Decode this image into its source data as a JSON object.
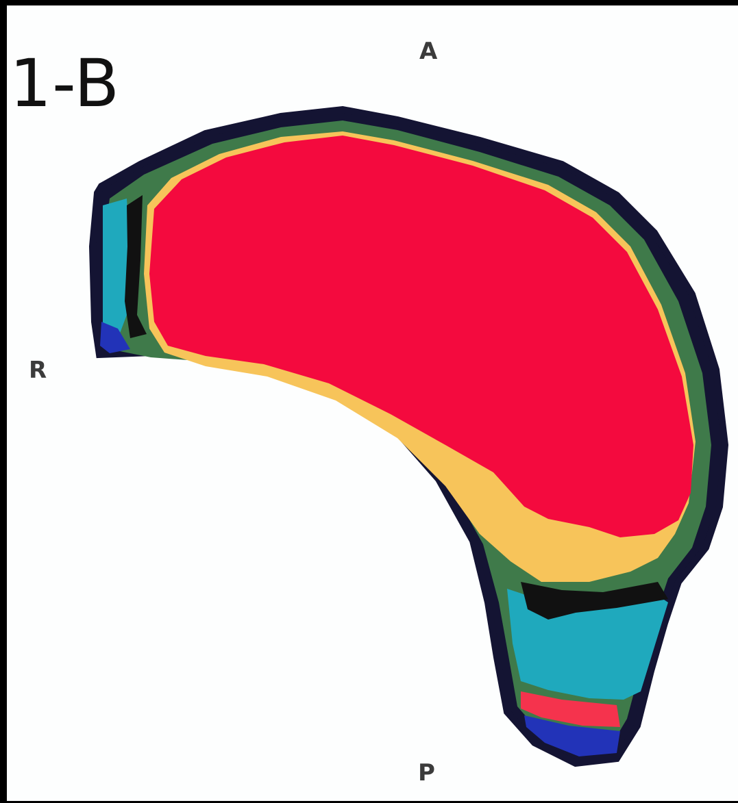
{
  "panel_label": "1-B",
  "orientation": {
    "anterior": "A",
    "right": "R",
    "posterior": "P"
  },
  "colors": {
    "background": "#fdfefe",
    "frame": "#000000",
    "outline": "#141433",
    "core_region": "#f40a3e",
    "yellow_band": "#f7c45a",
    "teal_band": "#1fa9bd",
    "blue_band": "#2233b8",
    "green_band": "#3f7a4a",
    "dark_band": "#111111"
  }
}
